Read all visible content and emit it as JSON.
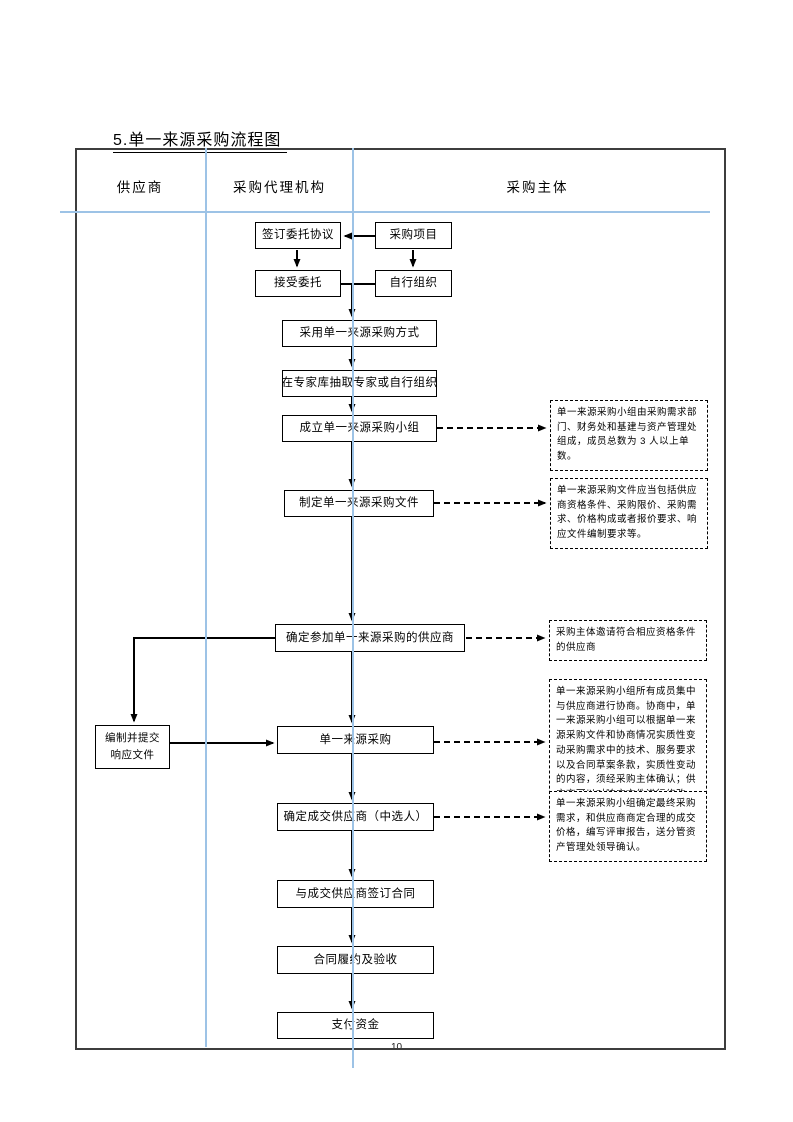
{
  "page": {
    "title": "5.单一来源采购流程图",
    "page_number": "10"
  },
  "columns": [
    {
      "label": "供应商"
    },
    {
      "label": "采购代理机构"
    },
    {
      "label": "采购主体"
    }
  ],
  "nodes": {
    "sign_agreement": "签订委托协议",
    "procurement_project": "采购项目",
    "accept_entrustment": "接受委托",
    "self_organize": "自行组织",
    "adopt_method": "采用单一来源采购方式",
    "select_experts": "在专家库抽取专家或自行组织",
    "form_team": "成立单一来源采购小组",
    "make_documents": "制定单一来源采购文件",
    "determine_suppliers": "确定参加单一来源采购的供应商",
    "prepare_response_line1": "编制并提交",
    "prepare_response_line2": "响应文件",
    "single_source_procurement": "单一来源采购",
    "determine_winner": "确定成交供应商（中选人）",
    "sign_contract": "与成交供应商签订合同",
    "contract_acceptance": "合同履约及验收",
    "pay_funds": "支付资金"
  },
  "notes": {
    "team_note": "单一来源采购小组由采购需求部门、财务处和基建与资产管理处组成，成员总数为 3 人以上单数。",
    "documents_note": "单一来源采购文件应当包括供应商资格条件、采购限价、采购需求、价格构成或者报价要求、响应文件编制要求等。",
    "invite_note": "采购主体邀请符合相应资格条件的供应商",
    "negotiation_note": "单一来源采购小组所有成员集中与供应商进行协商。协商中，单一来源采购小组可以根据单一来源采购文件和协商情况实质性变动采购需求中的技术、服务要求以及合同草案条款，实质性变动的内容，须经采购主体确认；供应商可以对响应文件进行修改。",
    "final_note": "单一来源采购小组确定最终采购需求，和供应商商定合理的成交价格，编写评审报告，送分管资产管理处领导确认。"
  },
  "colors": {
    "grid_line": "#9dc3e6",
    "flow_line": "#000000",
    "box_border": "#000000",
    "frame_border": "#3d3d3d",
    "background": "#ffffff"
  }
}
